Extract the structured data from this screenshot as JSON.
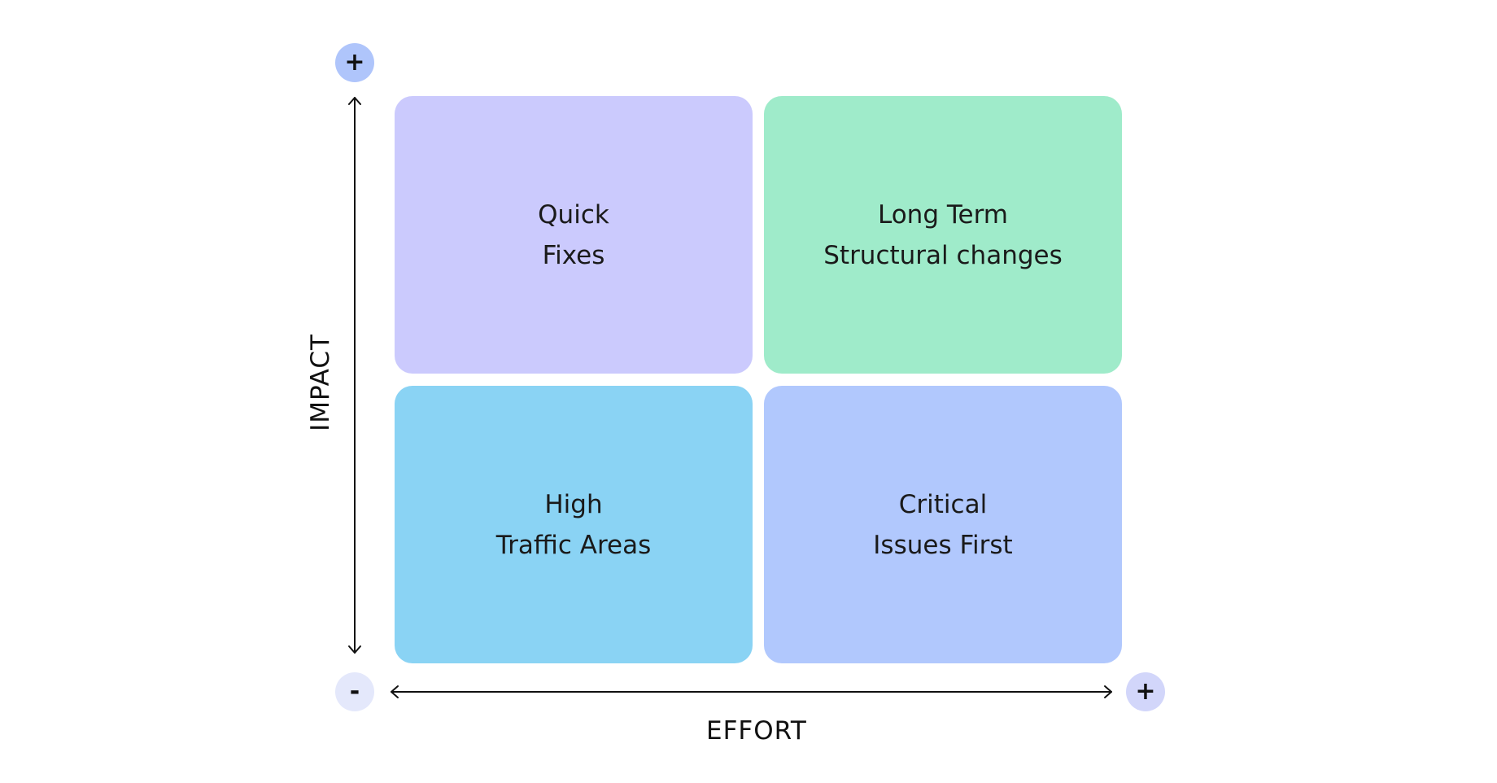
{
  "quadrants": {
    "top_left": {
      "line1": "Quick",
      "line2": "Fixes",
      "color": "#CBCAFD"
    },
    "top_right": {
      "line1": "Long Term",
      "line2": "Structural changes",
      "color": "#9FEBCA"
    },
    "bottom_left": {
      "line1": "High",
      "line2": "Traffic Areas",
      "color": "#8AD3F4"
    },
    "bottom_right": {
      "line1": "Critical",
      "line2": "Issues First",
      "color": "#B1C8FD"
    }
  },
  "axes": {
    "x_label": "EFFORT",
    "y_label": "IMPACT",
    "y_max_symbol": "+",
    "origin_symbol": "-",
    "x_max_symbol": "+"
  },
  "badge_colors": {
    "y_max": "#AFC5FB",
    "origin": "#E4E8FB",
    "x_max": "#D2D6FA"
  },
  "icons": [
    "arrow-up-icon",
    "arrow-down-icon",
    "arrow-left-icon",
    "arrow-right-icon"
  ]
}
